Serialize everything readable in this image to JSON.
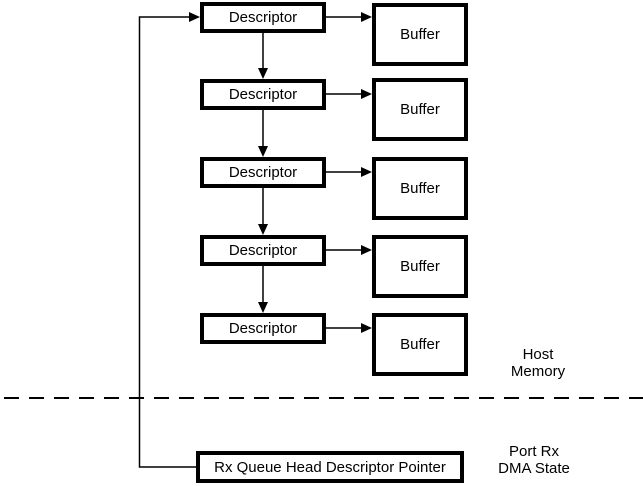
{
  "diagram": {
    "rows": [
      {
        "descriptor_label": "Descriptor",
        "buffer_label": "Buffer"
      },
      {
        "descriptor_label": "Descriptor",
        "buffer_label": "Buffer"
      },
      {
        "descriptor_label": "Descriptor",
        "buffer_label": "Buffer"
      },
      {
        "descriptor_label": "Descriptor",
        "buffer_label": "Buffer"
      },
      {
        "descriptor_label": "Descriptor",
        "buffer_label": "Buffer"
      }
    ],
    "pointer_box_label": "Rx Queue Head Descriptor Pointer",
    "regions": {
      "host_memory": {
        "line1": "Host",
        "line2": "Memory"
      },
      "port_rx_dma": {
        "line1": "Port Rx",
        "line2": "DMA State"
      }
    },
    "colors": {
      "line": "#000000",
      "background": "#ffffff",
      "text": "#000000"
    }
  }
}
